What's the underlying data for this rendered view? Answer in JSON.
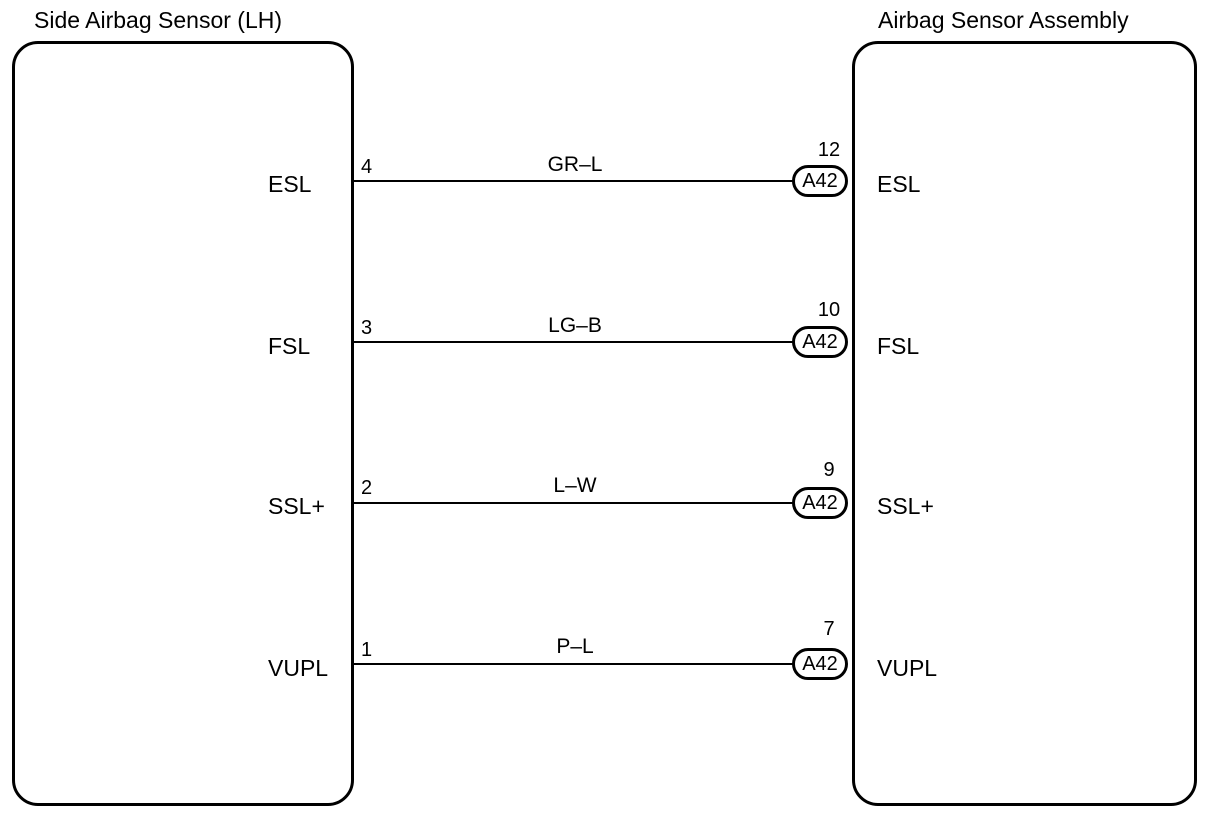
{
  "components": {
    "left": {
      "title": "Side Airbag Sensor (LH)"
    },
    "right": {
      "title": "Airbag Sensor Assembly"
    }
  },
  "connections": [
    {
      "left_terminal": "ESL",
      "left_pin": "4",
      "wire_color": "GR–L",
      "connector": "A42",
      "right_pin": "12",
      "right_terminal": "ESL"
    },
    {
      "left_terminal": "FSL",
      "left_pin": "3",
      "wire_color": "LG–B",
      "connector": "A42",
      "right_pin": "10",
      "right_terminal": "FSL"
    },
    {
      "left_terminal": "SSL+",
      "left_pin": "2",
      "wire_color": "L–W",
      "connector": "A42",
      "right_pin": "9",
      "right_terminal": "SSL+"
    },
    {
      "left_terminal": "VUPL",
      "left_pin": "1",
      "wire_color": "P–L",
      "connector": "A42",
      "right_pin": "7",
      "right_terminal": "VUPL"
    }
  ]
}
